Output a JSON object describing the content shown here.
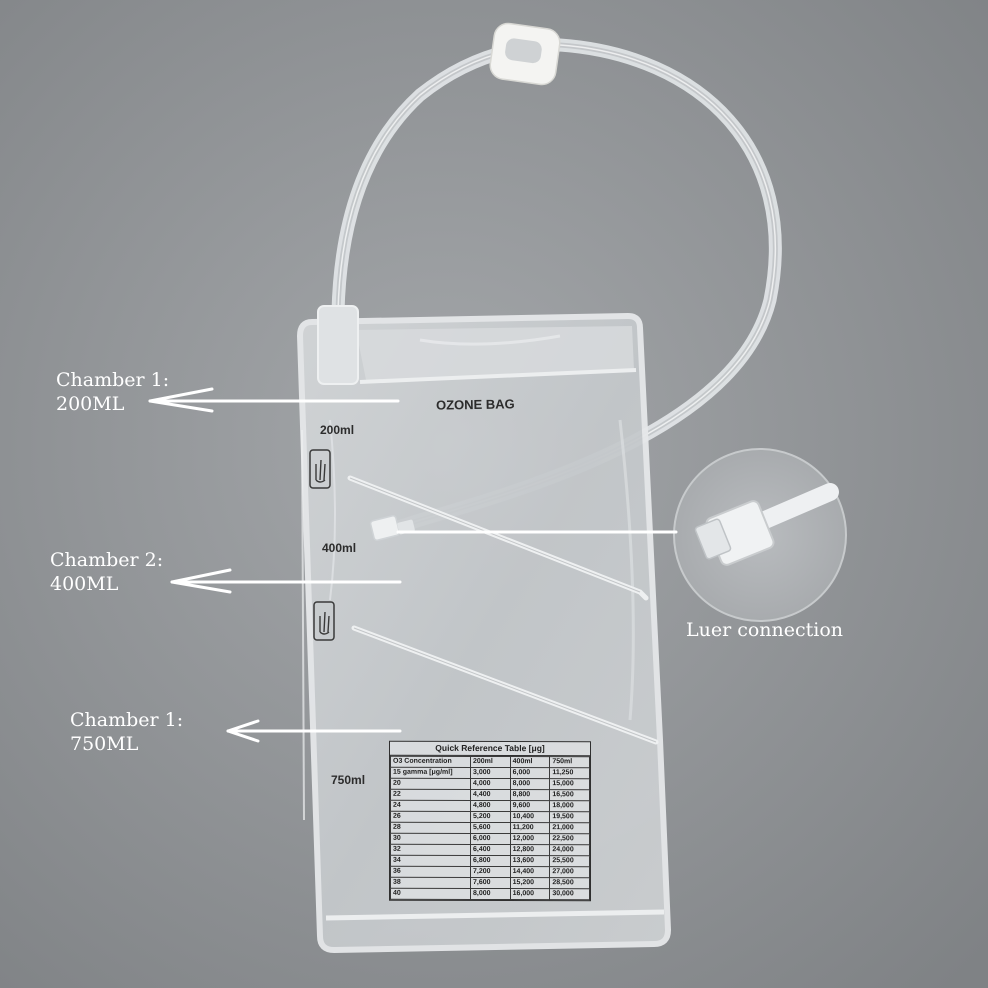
{
  "annotations": {
    "chamber1_title": "Chamber 1:",
    "chamber1_volume": "200ML",
    "chamber2_title": "Chamber 2:",
    "chamber2_volume": "400ML",
    "chamber3_title": "Chamber 1:",
    "chamber3_volume": "750ML",
    "luer": "Luer connection"
  },
  "bag": {
    "label": "OZONE BAG",
    "mark_200": "200ml",
    "mark_400": "400ml",
    "mark_750": "750ml"
  },
  "reference_table": {
    "title": "Quick Reference Table [μg]",
    "headers": [
      "O3 Concentration",
      "200ml",
      "400ml",
      "750ml"
    ],
    "rows": [
      [
        "15 gamma [μg/ml]",
        "3,000",
        "6,000",
        "11,250"
      ],
      [
        "20",
        "4,000",
        "8,000",
        "15,000"
      ],
      [
        "22",
        "4,400",
        "8,800",
        "16,500"
      ],
      [
        "24",
        "4,800",
        "9,600",
        "18,000"
      ],
      [
        "26",
        "5,200",
        "10,400",
        "19,500"
      ],
      [
        "28",
        "5,600",
        "11,200",
        "21,000"
      ],
      [
        "30",
        "6,000",
        "12,000",
        "22,500"
      ],
      [
        "32",
        "6,400",
        "12,800",
        "24,000"
      ],
      [
        "34",
        "6,800",
        "13,600",
        "25,500"
      ],
      [
        "36",
        "7,200",
        "14,400",
        "27,000"
      ],
      [
        "38",
        "7,600",
        "15,200",
        "28,500"
      ],
      [
        "40",
        "8,000",
        "16,000",
        "30,000"
      ]
    ]
  },
  "colors": {
    "background": "#8f9295",
    "bag_film": "#c9cdd0",
    "annotation_text": "#ffffff",
    "print": "#2c2c2c"
  },
  "icons": [
    "hand-icon",
    "hand-icon"
  ]
}
